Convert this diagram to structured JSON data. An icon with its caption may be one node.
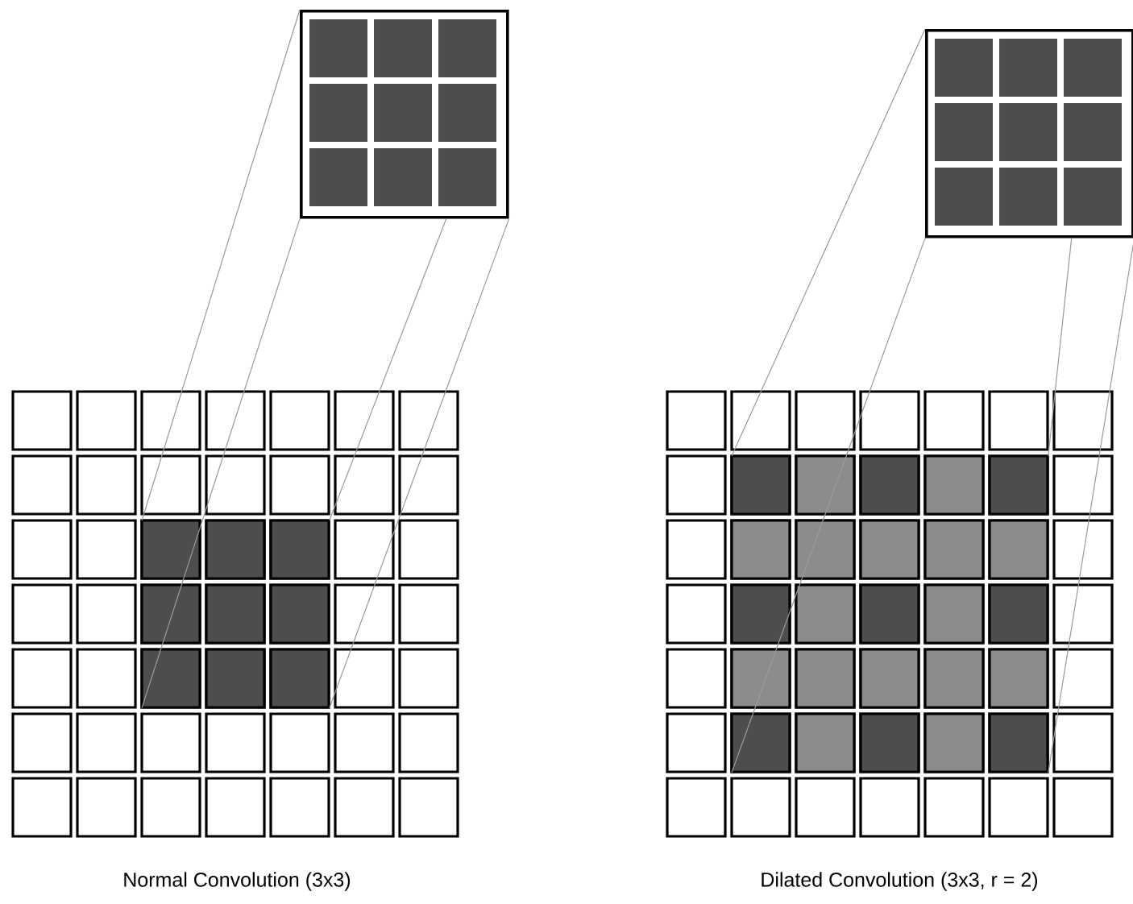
{
  "diagram": {
    "nodes": [
      {
        "text": [],
        "shape": "box"
      },
      {
        "text": [],
        "shape": "box"
      },
      {
        "text": [],
        "shape": "box",
        "in": 1
      },
      {
        "text": [],
        "shape": "box"
      },
      {
        "text": [],
        "shape": "box"
      },
      {
        "text": [],
        "shape": "box",
        "in": 4
      }
    ],
    "edges": [
      {
        "from": 0,
        "to": 2,
        "arrow": "none"
      },
      {
        "from": 0,
        "to": 2,
        "arrow": "none"
      },
      {
        "from": 0,
        "to": 2,
        "arrow": "none"
      },
      {
        "from": 0,
        "to": 2,
        "arrow": "none"
      },
      {
        "from": 3,
        "to": 5,
        "arrow": "none"
      },
      {
        "from": 3,
        "to": 5,
        "arrow": "none"
      },
      {
        "from": 3,
        "to": 5,
        "arrow": "none"
      },
      {
        "from": 3,
        "to": 5,
        "arrow": "none"
      }
    ],
    "labels": [
      "Normal Convolution (3x3)",
      "Dilated Convolution (3x3, r = 2)"
    ]
  }
}
